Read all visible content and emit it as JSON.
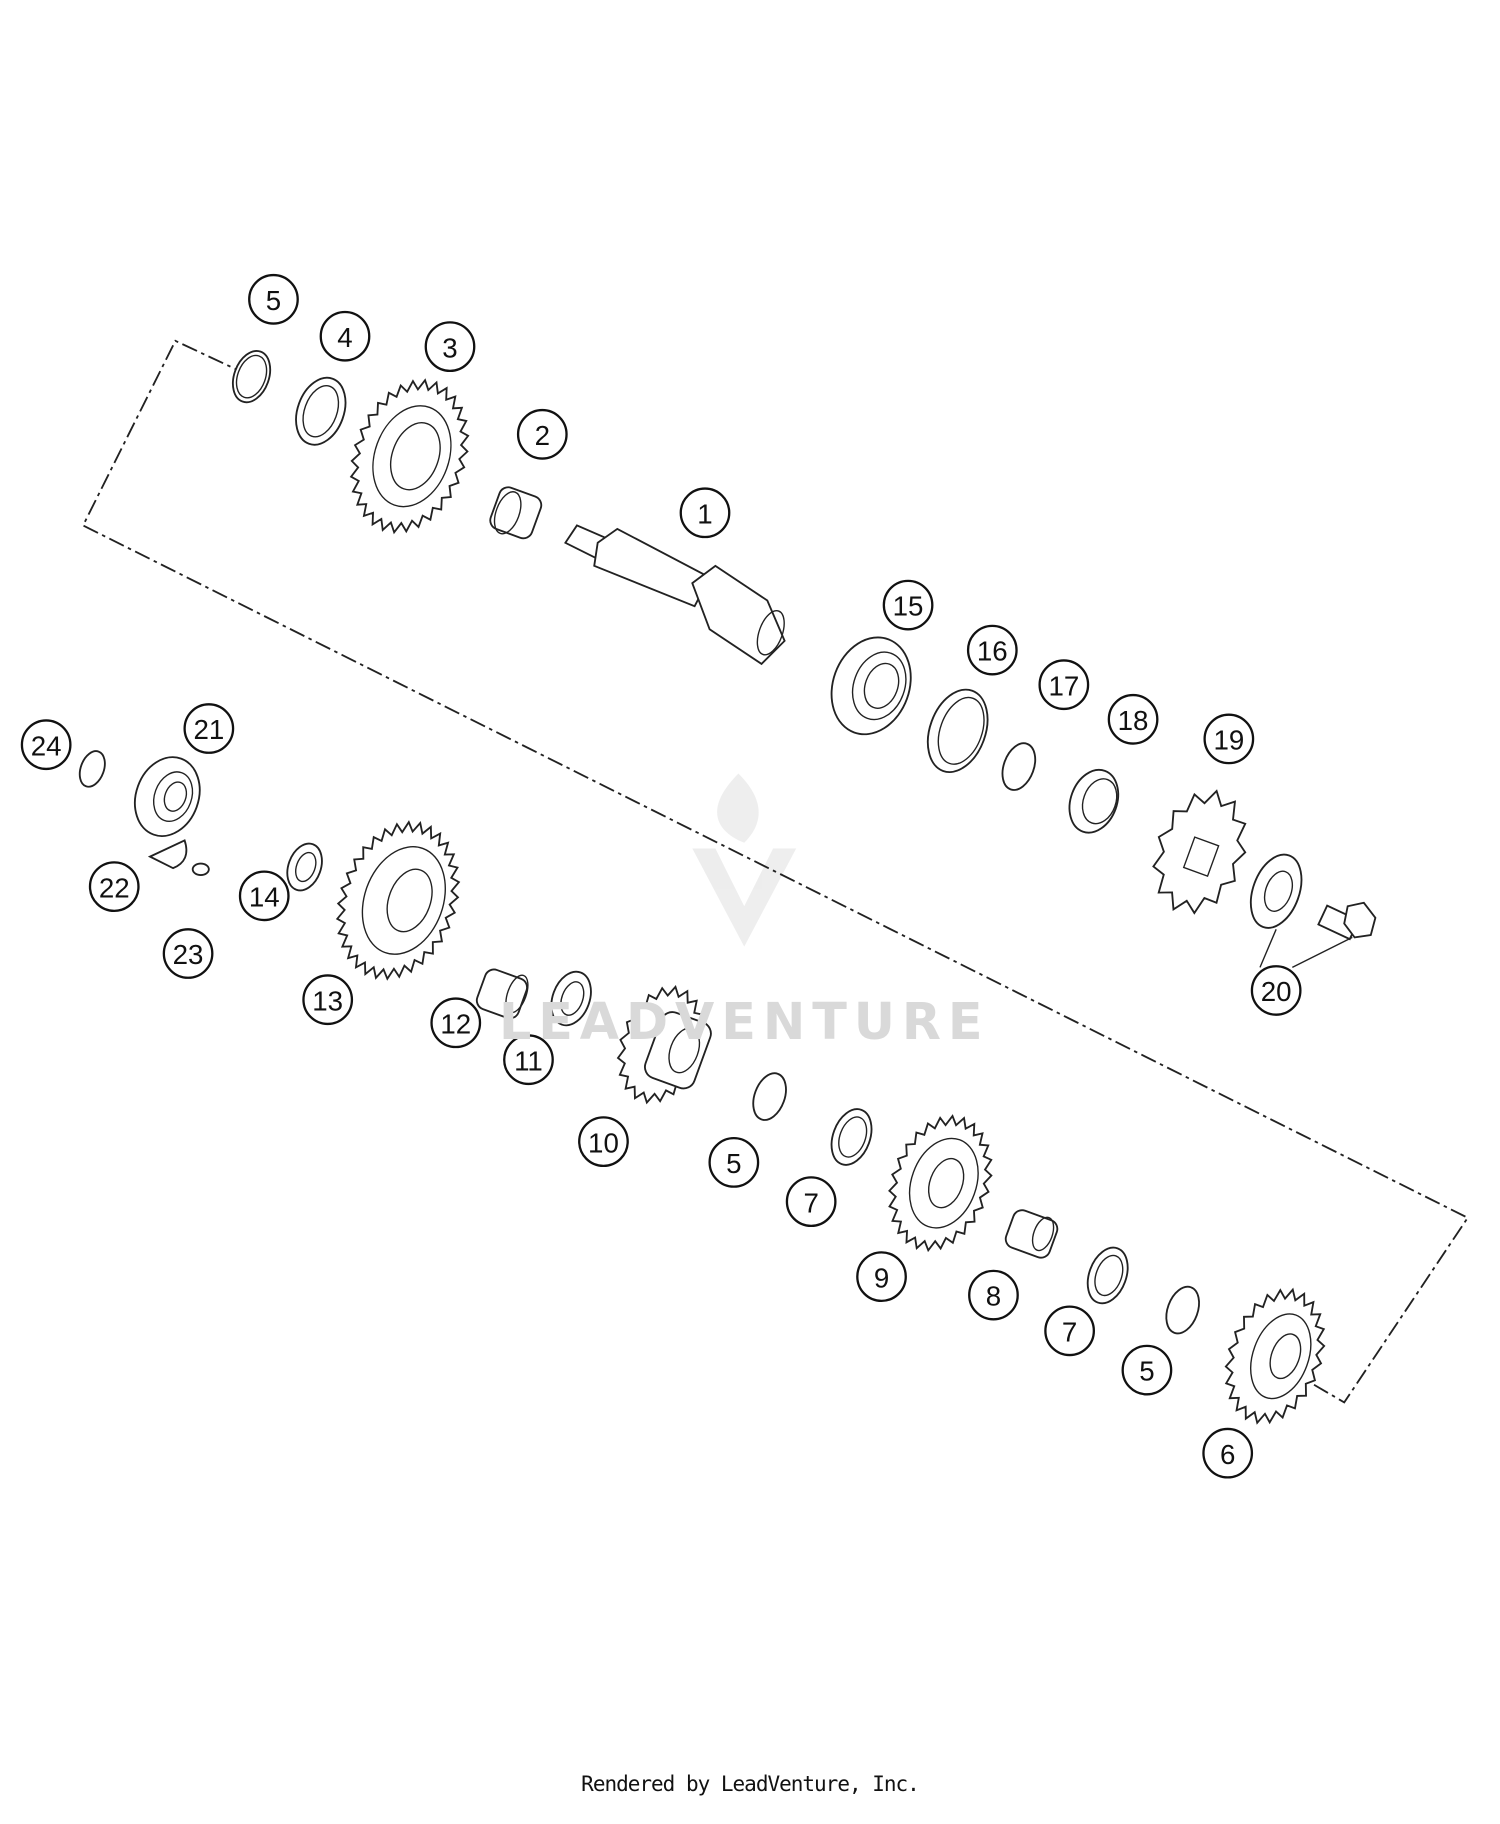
{
  "diagram": {
    "callouts": [
      {
        "label": "5",
        "part": "ring-5-top"
      },
      {
        "label": "4",
        "part": "washer-4"
      },
      {
        "label": "3",
        "part": "gear-3"
      },
      {
        "label": "2",
        "part": "bushing-2"
      },
      {
        "label": "1",
        "part": "main-shaft"
      },
      {
        "label": "15",
        "part": "bearing-15"
      },
      {
        "label": "16",
        "part": "seal-16"
      },
      {
        "label": "17",
        "part": "ring-17"
      },
      {
        "label": "18",
        "part": "bushing-18"
      },
      {
        "label": "19",
        "part": "sprocket-19"
      },
      {
        "label": "20",
        "part": "washer-bolt-20"
      },
      {
        "label": "21",
        "part": "bearing-21"
      },
      {
        "label": "24",
        "part": "ring-24"
      },
      {
        "label": "22",
        "part": "lock-plate-22"
      },
      {
        "label": "23",
        "part": "screw-23"
      },
      {
        "label": "14",
        "part": "washer-14"
      },
      {
        "label": "13",
        "part": "gear-13"
      },
      {
        "label": "12",
        "part": "bushing-12"
      },
      {
        "label": "11",
        "part": "washer-11"
      },
      {
        "label": "10",
        "part": "gear-10"
      },
      {
        "label": "5",
        "part": "ring-5-mid"
      },
      {
        "label": "7",
        "part": "washer-7-a"
      },
      {
        "label": "9",
        "part": "gear-9"
      },
      {
        "label": "8",
        "part": "needle-bearing-8"
      },
      {
        "label": "7",
        "part": "washer-7-b"
      },
      {
        "label": "5",
        "part": "ring-5-low"
      },
      {
        "label": "6",
        "part": "gear-6"
      }
    ],
    "watermark": "LEADVENTURE"
  },
  "footer": {
    "text": "Rendered by LeadVenture, Inc."
  }
}
